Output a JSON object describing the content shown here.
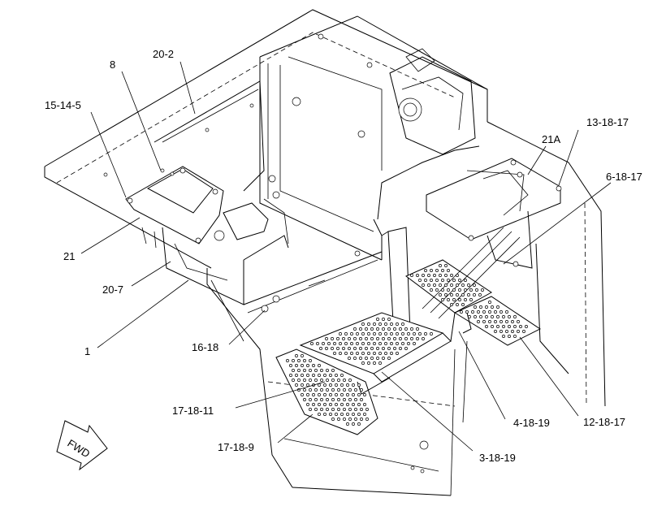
{
  "callouts": {
    "c20_2": "20-2",
    "c8": "8",
    "c15_14_5": "15-14-5",
    "c21": "21",
    "c20_7": "20-7",
    "c1": "1",
    "c16_18": "16-18",
    "c17_18_11": "17-18-11",
    "c17_18_9": "17-18-9",
    "c3_18_19": "3-18-19",
    "c4_18_19": "4-18-19",
    "c12_18_17": "12-18-17",
    "c6_18_17": "6-18-17",
    "c13_18_17": "13-18-17",
    "c21A": "21A"
  },
  "fwd_label": "FWD"
}
